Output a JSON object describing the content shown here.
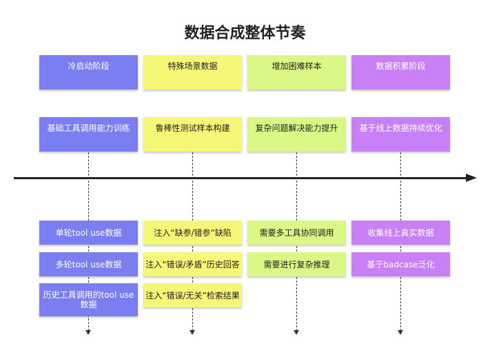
{
  "title": "数据合成整体节奏",
  "columns": [
    {
      "phase": "冷启动阶段",
      "goal": "基础工具调用能力训练",
      "items": [
        "单轮tool use数据",
        "多轮tool use数据",
        "历史工具调用的tool use数据"
      ]
    },
    {
      "phase": "特殊场景数据",
      "goal": "鲁棒性测试样本构建",
      "items": [
        "注入“缺参/错参”缺陷",
        "注入“错误/矛盾”历史回答",
        "注入“错误/无关”检索结果"
      ]
    },
    {
      "phase": "增加困难样本",
      "goal": "复杂问题解决能力提升",
      "items": [
        "需要多工具协同调用",
        "需要进行复杂推理"
      ]
    },
    {
      "phase": "数据积累阶段",
      "goal": "基于线上数据持续优化",
      "items": [
        "收集线上真实数据",
        "基于badcase泛化"
      ]
    }
  ],
  "colors": {
    "purple": "#7b7ef0",
    "yellow": "#f5f776",
    "green": "#d9f886",
    "violet": "#c780f6",
    "timeline": "#222222"
  }
}
